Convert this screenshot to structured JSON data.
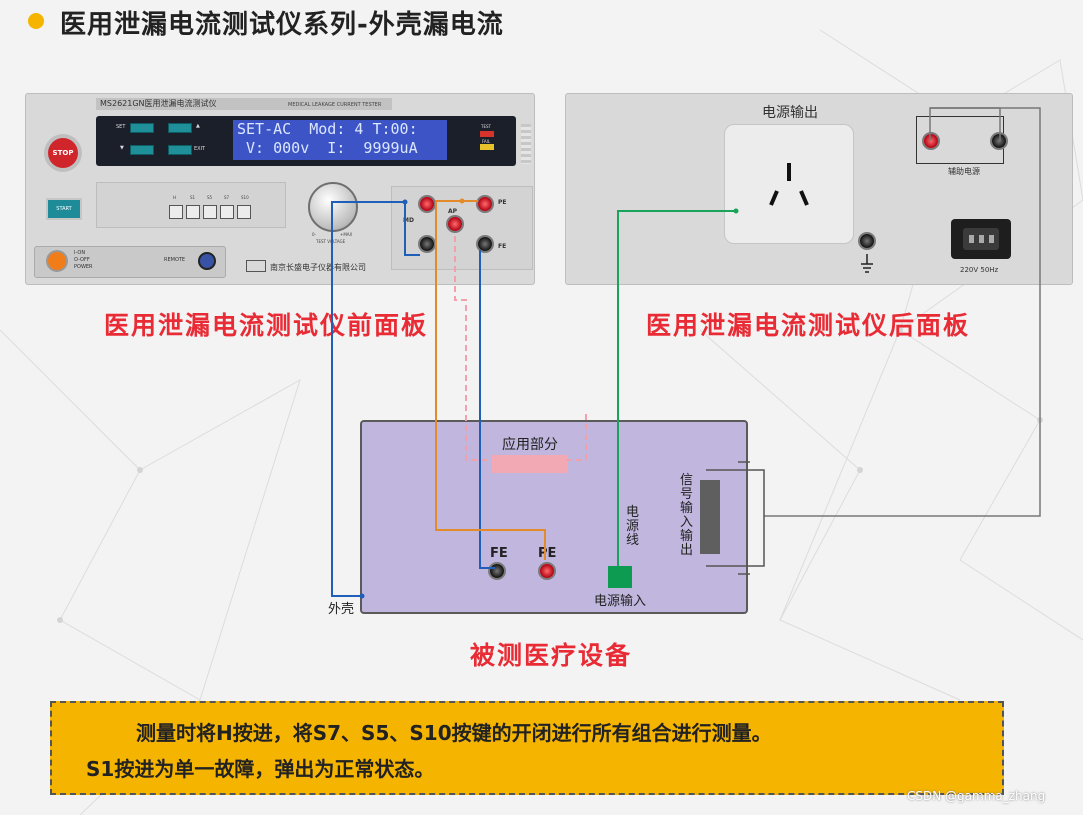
{
  "header": {
    "title": "医用泄漏电流测试仪系列-外壳漏电流"
  },
  "front_panel": {
    "model_label": "MS2621GN医用泄漏电流测试仪",
    "model_label_en": "MEDICAL LEAKAGE CURRENT TESTER",
    "stop_label": "STOP",
    "start_label": "START",
    "key_set": "SET",
    "key_exit": "EXIT",
    "lcd_line1": "SET-AC  Mod: 4 T:00:",
    "lcd_line2": " V: 000v  I:  9999uA",
    "led_test": "TEST",
    "led_fail": "FAIL",
    "switch_labels": [
      "H",
      "S1",
      "S5",
      "S7",
      "S10"
    ],
    "voltage_min": "0-",
    "voltage_max": "+MAX",
    "voltage_label": "TEST VOLTAGE",
    "term_mb": "MD",
    "term_ap": "AP",
    "term_pe": "PE",
    "term_fe": "FE",
    "power_on": "I-ON",
    "power_off": "O-OFF",
    "power_label": "POWER",
    "remote_label": "REMOTE",
    "company": "南京长盛电子仪器有限公司",
    "caption": "医用泄漏电流测试仪前面板"
  },
  "rear_panel": {
    "power_out": "电源输出",
    "aux_power": "辅助电源",
    "mains_rating": "220V 50Hz",
    "caption": "医用泄漏电流测试仪后面板"
  },
  "dut": {
    "applied_part": "应用部分",
    "fe": "FE",
    "pe": "PE",
    "power_cord": "电源线",
    "power_input": "电源输入",
    "signal_io": "信号输入输出",
    "enclosure": "外壳",
    "caption": "被测医疗设备"
  },
  "note": {
    "line1": "测量时将H按进，将S7、S5、S10按键的开闭进行所有组合进行测量。",
    "line2": "S1按进为单一故障，弹出为正常状态。"
  },
  "watermark": "CSDN @gamma_zhang",
  "colors": {
    "accent": "#f5b400",
    "caption_red": "#e82b34",
    "wire_blue": "#1f5fb8",
    "wire_orange": "#e38b2b",
    "wire_green": "#1aa35a",
    "wire_pink": "#f3a0ad",
    "dut_fill": "#c1b7de"
  }
}
